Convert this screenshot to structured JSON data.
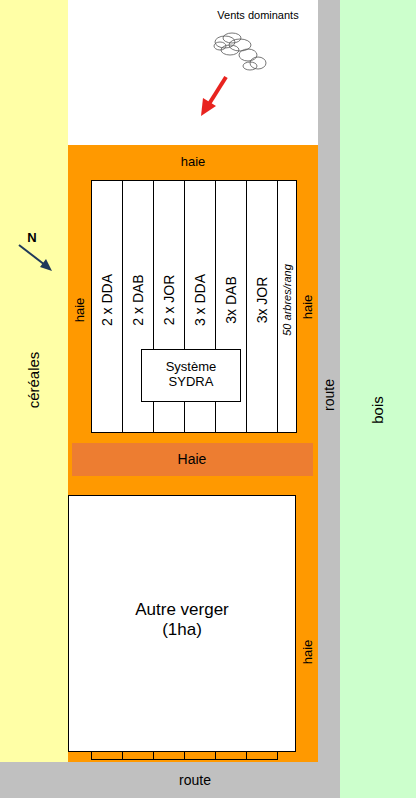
{
  "diagram": {
    "nodes": [
      {
        "text": [
          "céréales"
        ]
      },
      {
        "text": [
          "bois"
        ]
      },
      {
        "text": [
          "route"
        ]
      },
      {
        "text": [
          "route"
        ]
      },
      {
        "text": [
          "haie",
          "haie",
          "haie",
          "haie"
        ]
      },
      {
        "text": [
          "2 x DDA",
          "2 x DAB",
          "2 x JOR",
          "3 x DDA",
          "3x DAB",
          "3x JOR",
          "50 arbres/rang"
        ],
        "in": 4
      },
      {
        "text": [
          "Système SYDRA"
        ],
        "in": 5
      },
      {
        "text": [
          "Haie"
        ],
        "in": 4
      },
      {
        "text": [
          "Autre verger (1ha)"
        ],
        "in": 4
      }
    ],
    "labels": [
      "Vents dominants",
      "N"
    ]
  }
}
